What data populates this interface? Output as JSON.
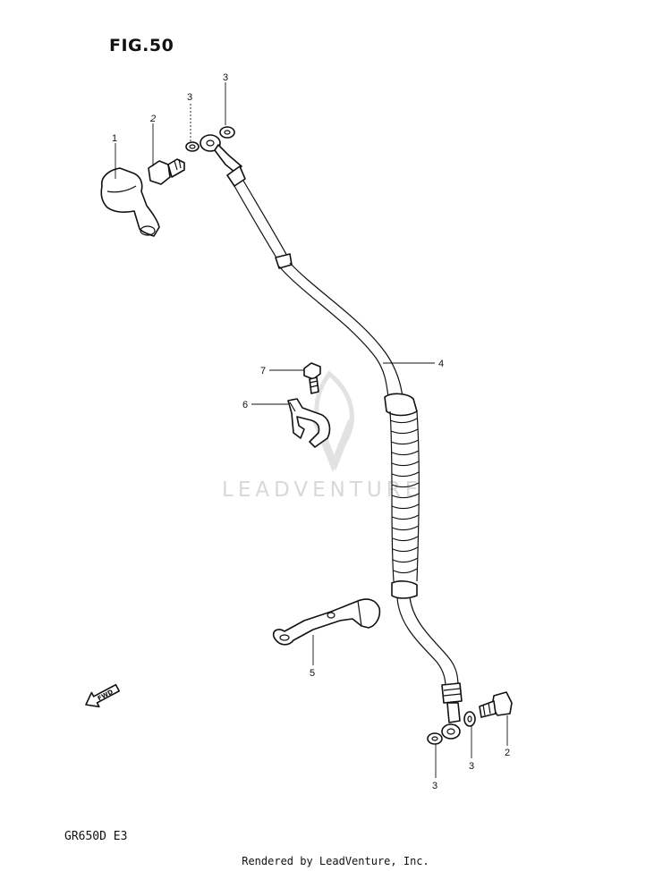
{
  "figure": {
    "title": "FIG.50",
    "model_code": "GR650D E3",
    "footer": "Rendered by LeadVenture, Inc.",
    "watermark": "LEADVENTURE",
    "direction_marker": "FWD"
  },
  "callouts": [
    {
      "id": "1",
      "label": "1"
    },
    {
      "id": "2a",
      "label": "2"
    },
    {
      "id": "3a",
      "label": "3"
    },
    {
      "id": "3b",
      "label": "3"
    },
    {
      "id": "4",
      "label": "4"
    },
    {
      "id": "7",
      "label": "7"
    },
    {
      "id": "6",
      "label": "6"
    },
    {
      "id": "5",
      "label": "5"
    },
    {
      "id": "2b",
      "label": "2"
    },
    {
      "id": "3c",
      "label": "3"
    },
    {
      "id": "3d",
      "label": "3"
    }
  ],
  "colors": {
    "line": "#111111",
    "watermark": "#d8d8d8",
    "background": "#ffffff"
  }
}
